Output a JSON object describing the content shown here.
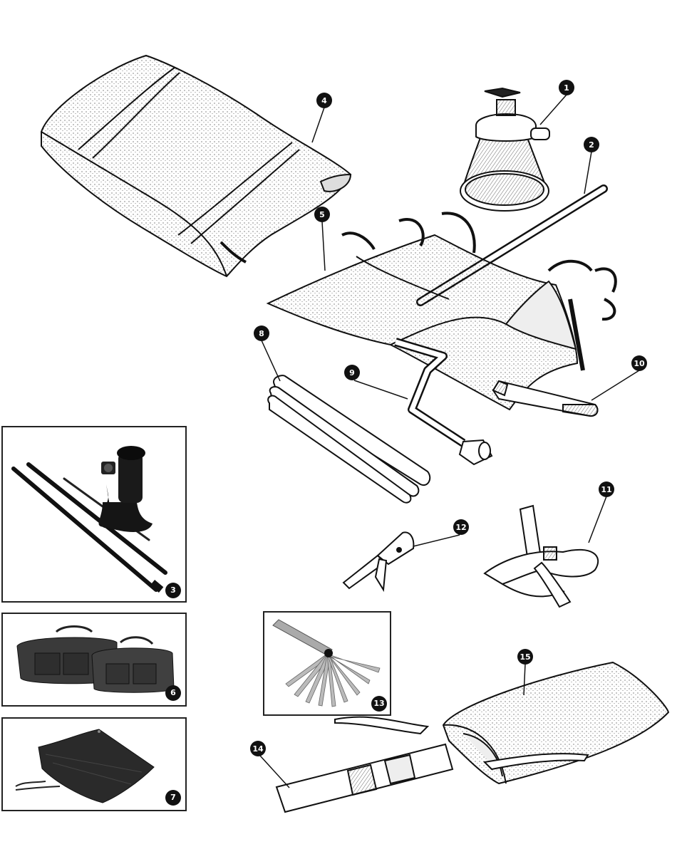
{
  "diagram": {
    "callouts": [
      {
        "id": "c1",
        "label": "1",
        "part": "jack"
      },
      {
        "id": "c2",
        "label": "2",
        "part": "jack-handle-bar"
      },
      {
        "id": "c3",
        "label": "3",
        "part": "jack-and-bars-photo"
      },
      {
        "id": "c4",
        "label": "4",
        "part": "rolled-tool-roll"
      },
      {
        "id": "c5",
        "label": "5",
        "part": "open-tool-roll"
      },
      {
        "id": "c6",
        "label": "6",
        "part": "tool-bags-photo"
      },
      {
        "id": "c7",
        "label": "7",
        "part": "tool-roll-photo"
      },
      {
        "id": "c8",
        "label": "8",
        "part": "tyre-levers"
      },
      {
        "id": "c9",
        "label": "9",
        "part": "wheel-brace"
      },
      {
        "id": "c10",
        "label": "10",
        "part": "hub-cap-lever"
      },
      {
        "id": "c11",
        "label": "11",
        "part": "strap"
      },
      {
        "id": "c12",
        "label": "12",
        "part": "spanner"
      },
      {
        "id": "c13",
        "label": "13",
        "part": "feeler-gauge-photo"
      },
      {
        "id": "c14",
        "label": "14",
        "part": "sleeve-strap"
      },
      {
        "id": "c15",
        "label": "15",
        "part": "canvas-sleeve"
      }
    ]
  }
}
